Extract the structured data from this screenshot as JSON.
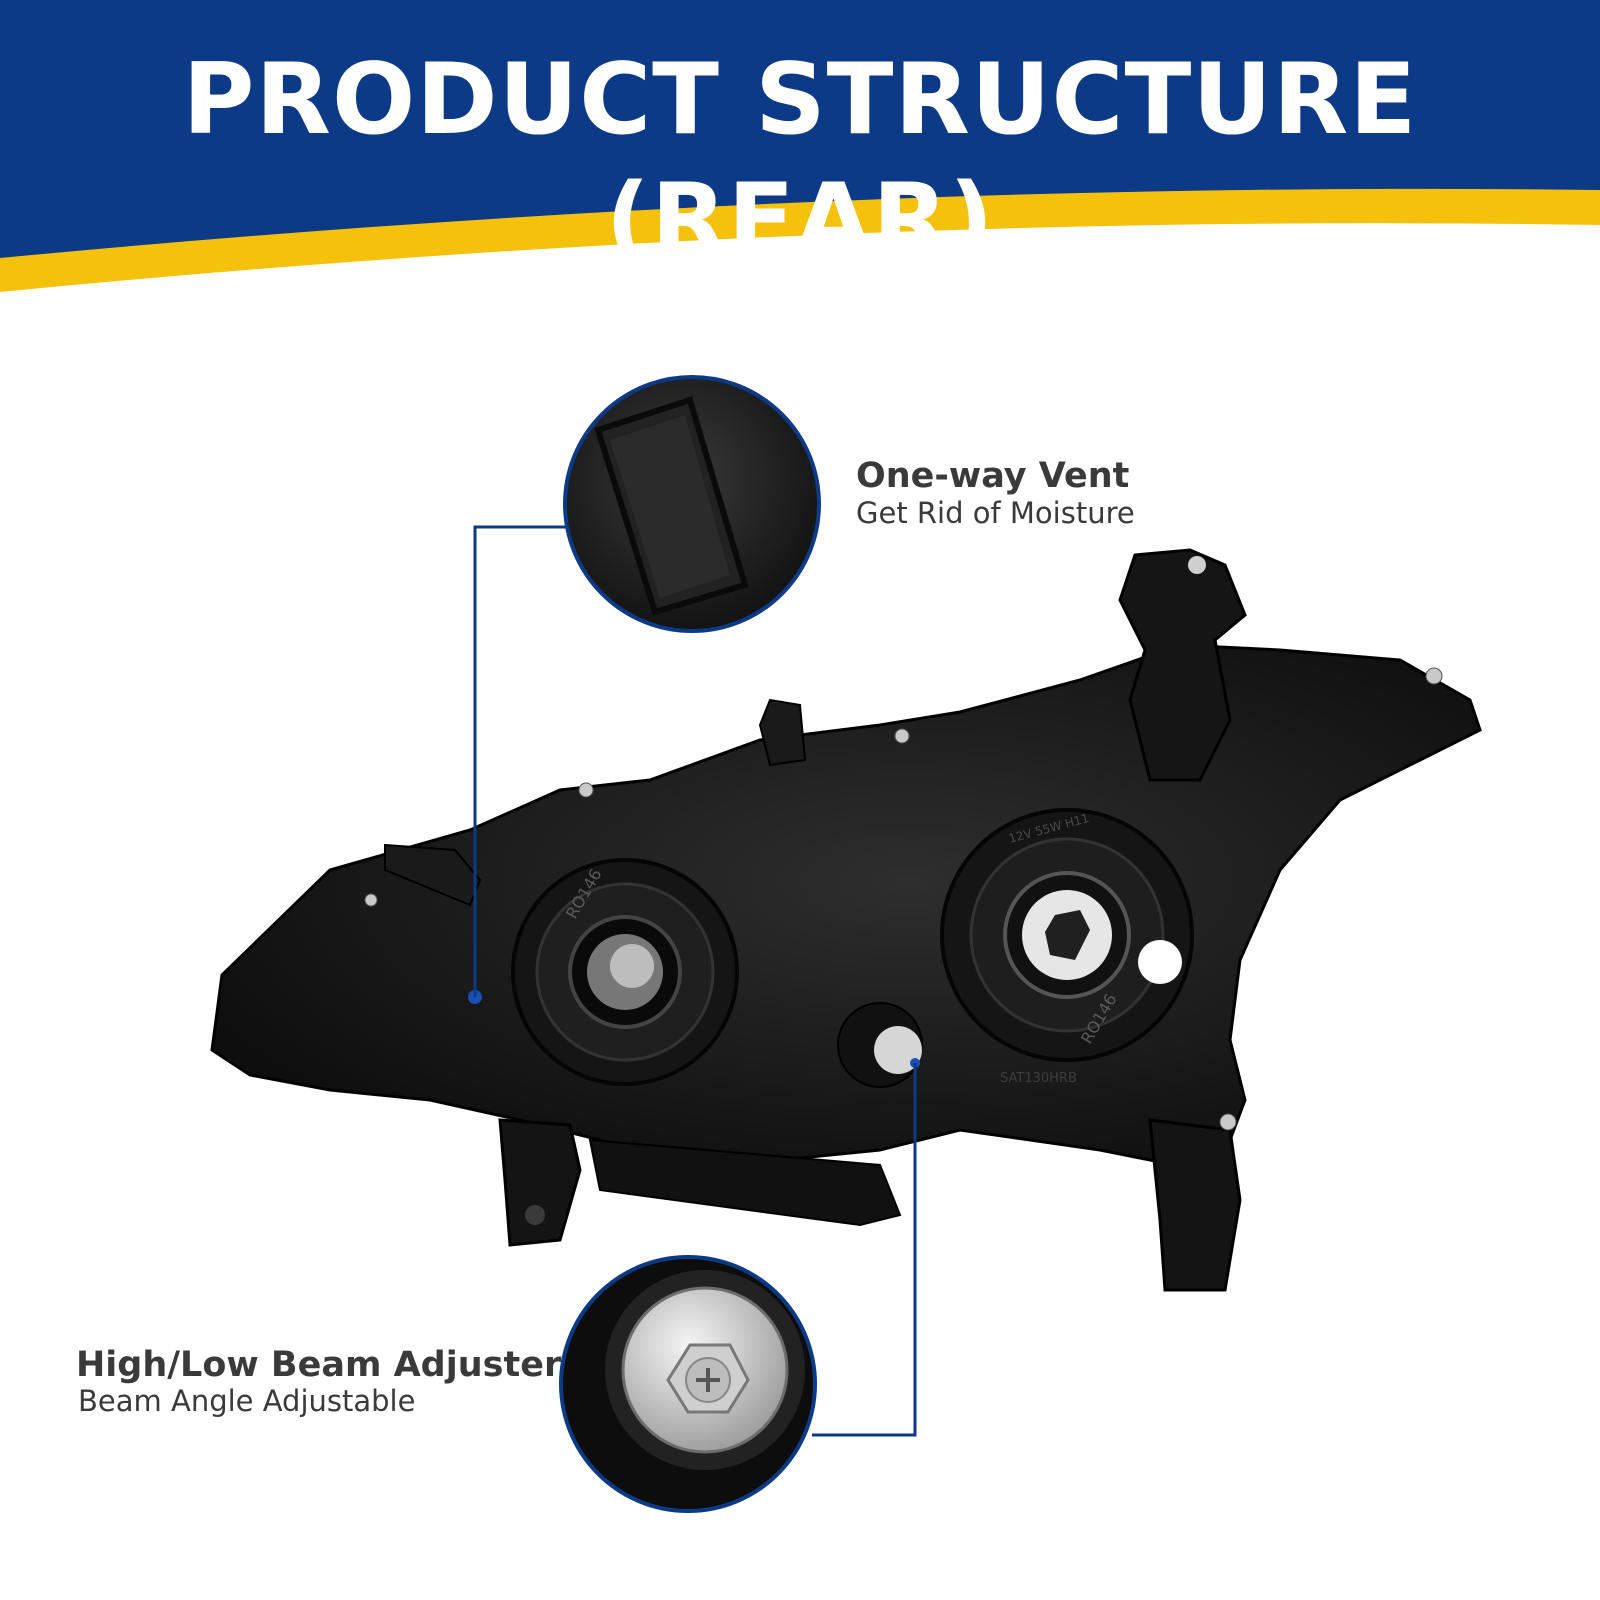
{
  "header": {
    "title": "PRODUCT STRUCTURE (REAR)",
    "band_color": "#0d3a86",
    "accent_color": "#f4c20d"
  },
  "callouts": {
    "vent": {
      "title": "One-way Vent",
      "subtitle": "Get Rid of Moisture"
    },
    "adjuster": {
      "title": "High/Low Beam Adjuster",
      "subtitle": "Beam Angle Adjustable"
    },
    "line_color": "#0d3a86"
  },
  "product": {
    "left_socket_marking": "RO146",
    "right_socket_marking": "RO146",
    "bulb_marking": "12V 55W H11",
    "cert_marking": "SAT130HRB"
  }
}
